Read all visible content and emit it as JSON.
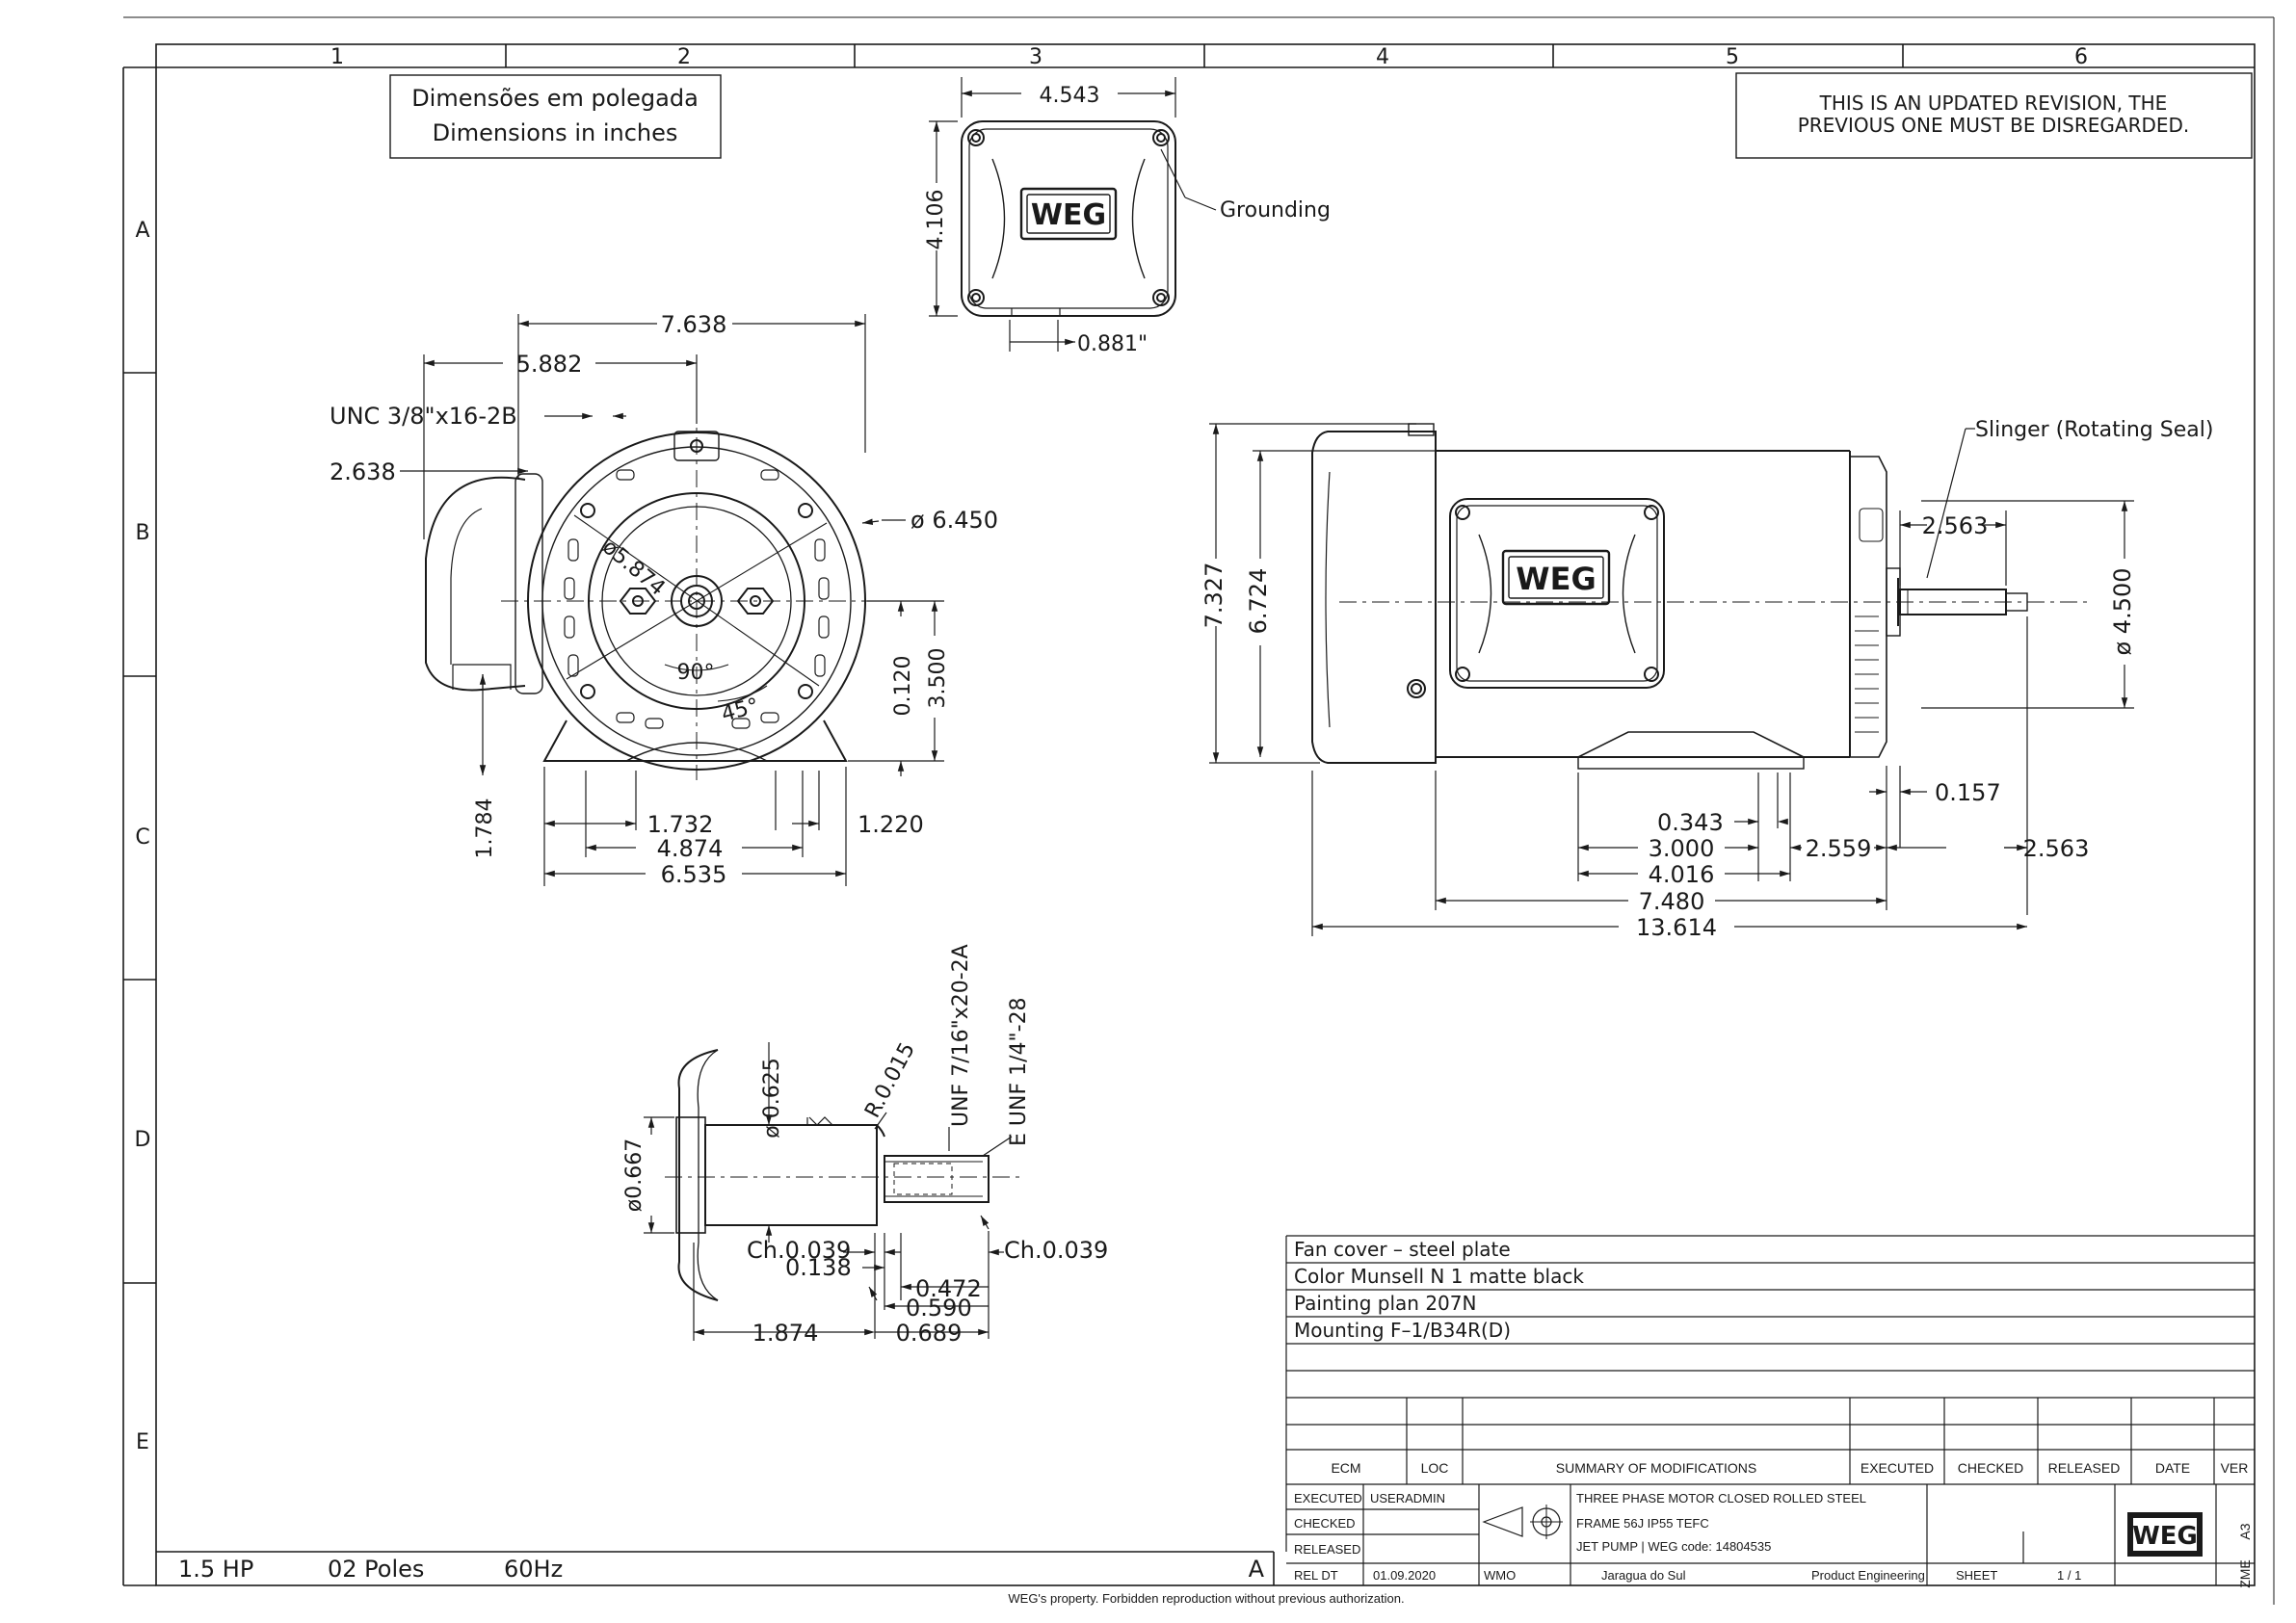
{
  "zones": {
    "columns": [
      "1",
      "2",
      "3",
      "4",
      "5",
      "6"
    ],
    "rows": [
      "A",
      "B",
      "C",
      "D",
      "E"
    ]
  },
  "units_box": {
    "line1": "Dimensões em polegada",
    "line2": "Dimensions in inches"
  },
  "revision_note": {
    "line1": "THIS IS AN UPDATED REVISION, THE",
    "line2": "PREVIOUS ONE MUST BE DISREGARDED."
  },
  "terminal_box": {
    "width": "4.543",
    "height": "4.106",
    "gland": "0.881\"",
    "grounding": "Grounding"
  },
  "front_view": {
    "overall_top": "7.638",
    "to_center": "5.882",
    "thread": "UNC 3/8\"x16-2B",
    "box_offset": "2.638",
    "bolt_circle": "ø5.874",
    "outer_diameter": "ø 6.450",
    "angle_90": "90°",
    "angle_45": "45°",
    "shaft_center": "0.120",
    "shaft_height": "3.500",
    "base_height": "1.784",
    "foot_hole": "1.732",
    "foot_width": "1.220",
    "hole_spacing": "4.874",
    "base_width": "6.535"
  },
  "side_view": {
    "overall_height": "7.327",
    "frame_height": "6.724",
    "slinger": "Slinger (Rotating Seal)",
    "shaft_length": "2.563",
    "flange_diameter": "ø 4.500",
    "flange_offset": "0.157",
    "foot_small": "0.343",
    "foot_spacing": "3.000",
    "foot_to_flange": "2.559",
    "shaft_extension": "2.563",
    "foot_length": "4.016",
    "body_length": "7.480",
    "overall_length": "13.614"
  },
  "shaft_detail": {
    "shaft_diameter": "ø 0.625",
    "radius": "R.0.015",
    "thread_main": "UNF 7/16\"x20-2A",
    "thread_end": "E UNF 1/4\"-28",
    "shoulder_diameter": "ø0.667",
    "chamfer_left": "Ch.0.039",
    "chamfer_right": "Ch.0.039",
    "dim_138": "0.138",
    "dim_472": "0.472",
    "dim_590": "0.590",
    "dim_1874": "1.874",
    "dim_689": "0.689"
  },
  "notes": [
    "Fan cover – steel plate",
    "Color Munsell N 1 matte black",
    "Painting plan 207N",
    "Mounting F–1/B34R(D)"
  ],
  "revision_table": {
    "headers": [
      "ECM",
      "LOC",
      "SUMMARY OF MODIFICATIONS",
      "EXECUTED",
      "CHECKED",
      "RELEASED",
      "DATE",
      "VER"
    ]
  },
  "title_block": {
    "executed_label": "EXECUTED",
    "executed_by": "USERADMIN",
    "checked_label": "CHECKED",
    "released_label": "RELEASED",
    "reldt_label": "REL DT",
    "reldt_value": "01.09.2020",
    "wmo": "WMO",
    "location": "Jaragua do Sul",
    "department": "Product Engineering",
    "title1": "THREE PHASE MOTOR CLOSED ROLLED STEEL",
    "title2": "FRAME 56J IP55 TEFC",
    "title3": "JET PUMP | WEG code: 14804535",
    "sheet_label": "SHEET",
    "sheet_value": "1 / 1",
    "size": "A3",
    "zme": "ZME",
    "logo": "WEG"
  },
  "footer": {
    "hp": "1.5 HP",
    "poles": "02 Poles",
    "freq": "60Hz",
    "rev": "A"
  },
  "copyright": "WEG's property. Forbidden reproduction without previous authorization.",
  "colors": {
    "ink": "#1a1a1a",
    "paper": "#ffffff"
  }
}
